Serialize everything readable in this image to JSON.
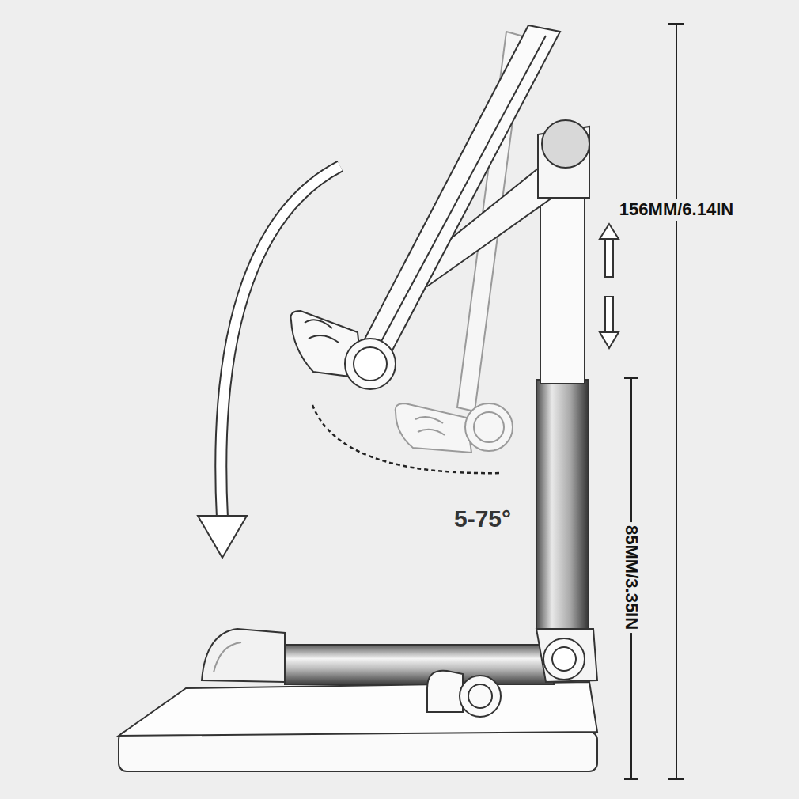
{
  "diagram": {
    "labels": [
      "156MM/6.14IN",
      "5-75°",
      "85MM/3.35IN"
    ]
  }
}
